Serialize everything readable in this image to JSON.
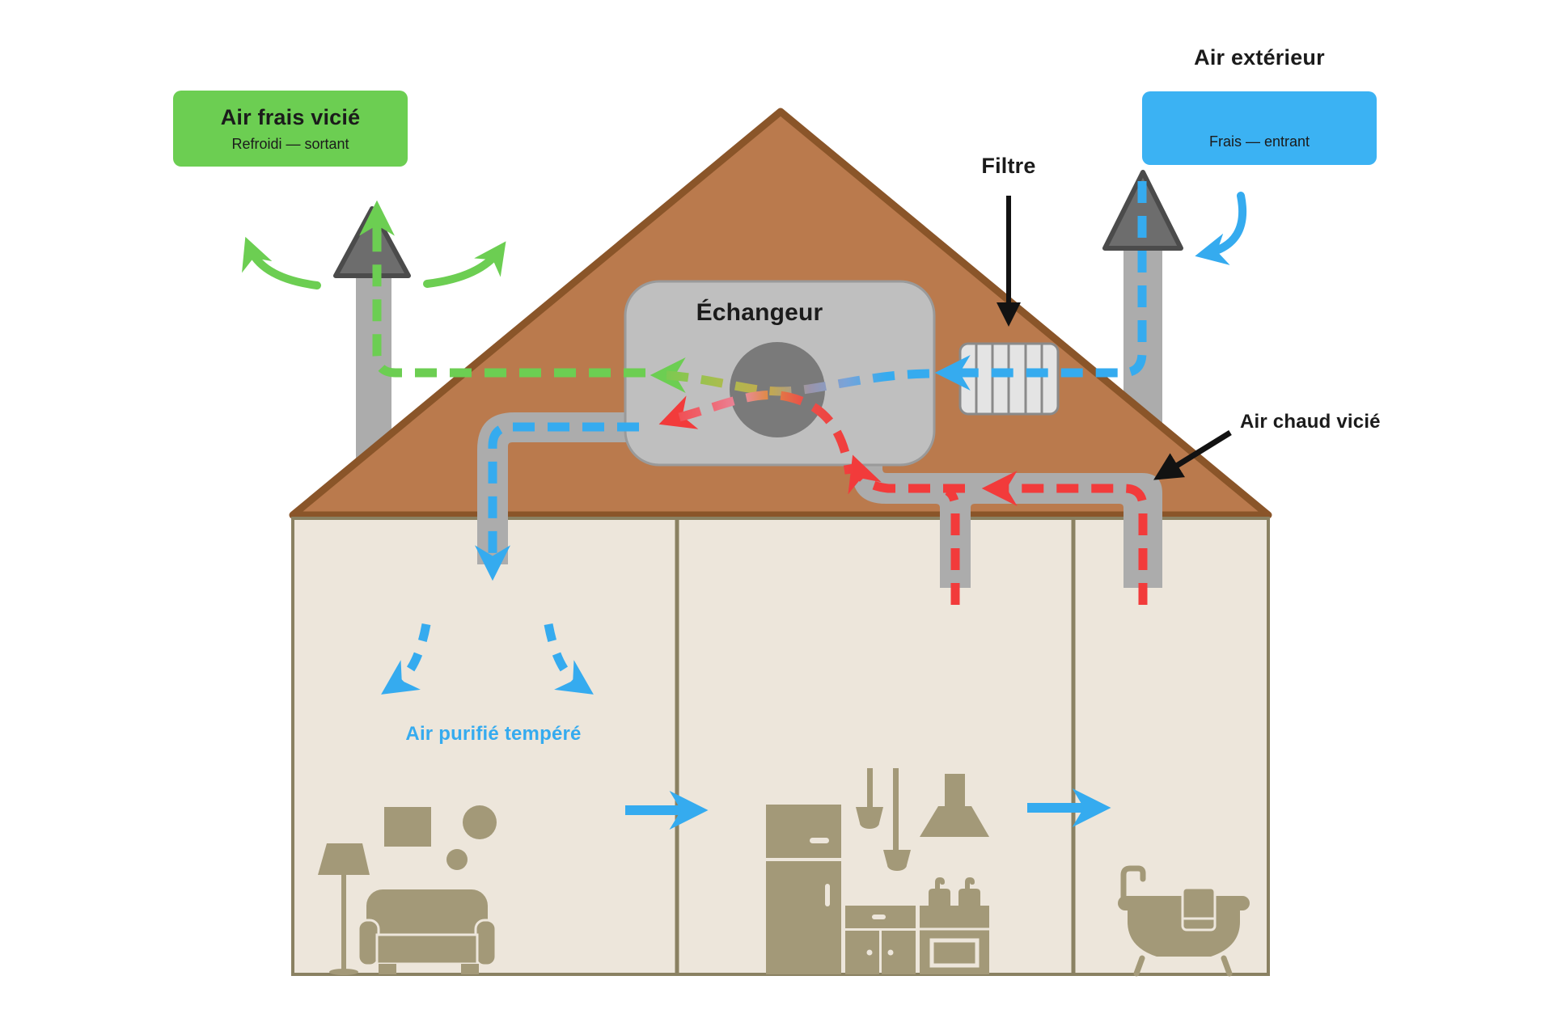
{
  "labels": {
    "fresh_stale_air": {
      "title": "Air frais vicié",
      "subtitle": "Refroidi — sortant"
    },
    "exterior_air": {
      "title": "Air extérieur",
      "subtitle": "Frais — entrant"
    },
    "filter": {
      "label": "Filtre"
    },
    "exchanger": {
      "label": "Échangeur"
    },
    "warm_stale_air": {
      "label": "Air chaud vicié"
    },
    "purified_air": {
      "label": "Air purifié tempéré"
    }
  },
  "colors": {
    "green_flow": "#6CCE52",
    "blue_flow": "#35ABEF",
    "red_flow": "#F23B3B",
    "roof": "#BA7A4D",
    "roof_border": "#8A5529",
    "wall": "#EDE6DB",
    "wall_border": "#8A8162",
    "duct": "#ACACAC",
    "vent_cap": "#6D6D6D",
    "exchanger_box": "#BFBFBF",
    "exchanger_rotor": "#7A7A7A",
    "filter_fill": "#E4E4E4",
    "furniture": "#A39978",
    "text": "#1B1B1B"
  },
  "icons": [
    "roof-vent-icon",
    "air-filter-icon",
    "heat-exchanger-icon",
    "floor-lamp-icon",
    "sofa-icon",
    "wall-art-icon",
    "fridge-icon",
    "pendant-utensils-icon",
    "range-hood-icon",
    "kitchen-cabinet-icon",
    "stove-icon",
    "bathtub-icon"
  ]
}
